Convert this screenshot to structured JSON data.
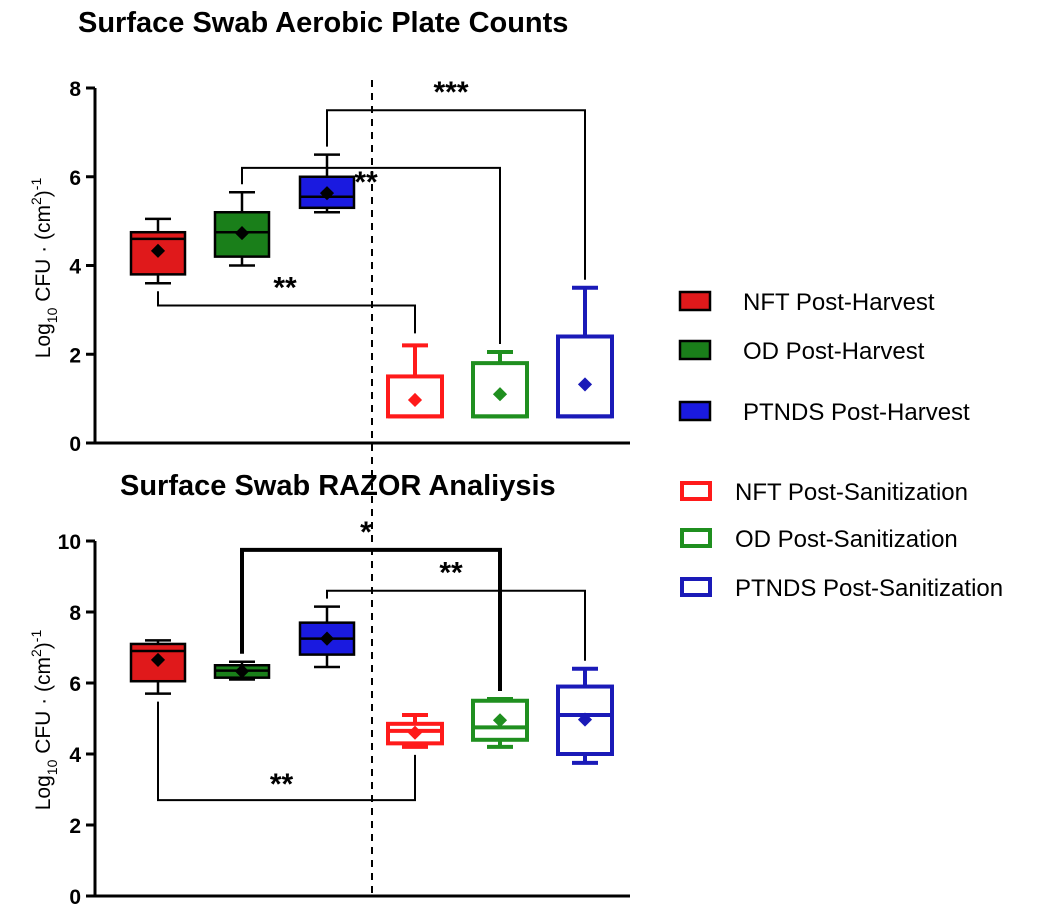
{
  "chart_data": [
    {
      "type": "box",
      "title": "Surface Swab Aerobic Plate  Counts",
      "ylabel": {
        "prefix": "Log",
        "sub": "10",
        "mid": " CFU · (cm",
        "sup2": "2",
        "close": ")",
        "sup1": "-1"
      },
      "ylim": [
        0,
        8
      ],
      "yticks": [
        0,
        2,
        4,
        6,
        8
      ],
      "boxes": [
        {
          "group": "NFT Post-Harvest",
          "min": 3.6,
          "q1": 3.8,
          "median": 4.6,
          "q3": 4.75,
          "max": 5.05,
          "mean": 4.33
        },
        {
          "group": "OD Post-Harvest",
          "min": 4.0,
          "q1": 4.2,
          "median": 4.75,
          "q3": 5.2,
          "max": 5.65,
          "mean": 4.73
        },
        {
          "group": "PTNDS Post-Harvest",
          "min": 5.2,
          "q1": 5.3,
          "median": 5.55,
          "q3": 6.0,
          "max": 6.5,
          "mean": 5.63
        },
        {
          "group": "NFT Post-Sanitization",
          "min": 0.6,
          "q1": 0.6,
          "median": 0.6,
          "q3": 1.5,
          "max": 2.2,
          "mean": 0.97
        },
        {
          "group": "OD Post-Sanitization",
          "min": 0.6,
          "q1": 0.6,
          "median": 0.6,
          "q3": 1.8,
          "max": 2.05,
          "mean": 1.1
        },
        {
          "group": "PTNDS Post-Sanitization",
          "min": 0.6,
          "q1": 0.6,
          "median": 0.6,
          "q3": 2.4,
          "max": 3.5,
          "mean": 1.32
        }
      ],
      "significance": [
        {
          "from": 2,
          "to": 5,
          "stars": "***",
          "y": 7.5
        },
        {
          "from": 1,
          "to": 4,
          "stars": "**",
          "y": 6.2
        },
        {
          "from": 0,
          "to": 3,
          "stars": "**",
          "y": 3.1
        }
      ]
    },
    {
      "type": "box",
      "title": "Surface Swab RAZOR Analiysis",
      "ylabel": {
        "prefix": "Log",
        "sub": "10",
        "mid": " CFU · (cm",
        "sup2": "2",
        "close": ")",
        "sup1": "-1"
      },
      "ylim": [
        0,
        10
      ],
      "yticks": [
        0,
        2,
        4,
        6,
        8,
        10
      ],
      "boxes": [
        {
          "group": "NFT Post-Harvest",
          "min": 5.7,
          "q1": 6.05,
          "median": 6.9,
          "q3": 7.1,
          "max": 7.2,
          "mean": 6.65
        },
        {
          "group": "OD Post-Harvest",
          "min": 6.1,
          "q1": 6.15,
          "median": 6.35,
          "q3": 6.5,
          "max": 6.6,
          "mean": 6.33
        },
        {
          "group": "PTNDS Post-Harvest",
          "min": 6.45,
          "q1": 6.8,
          "median": 7.25,
          "q3": 7.7,
          "max": 8.15,
          "mean": 7.25
        },
        {
          "group": "NFT Post-Sanitization",
          "min": 4.2,
          "q1": 4.3,
          "median": 4.65,
          "q3": 4.85,
          "max": 5.1,
          "mean": 4.6
        },
        {
          "group": "OD Post-Sanitization",
          "min": 4.2,
          "q1": 4.4,
          "median": 4.75,
          "q3": 5.5,
          "max": 5.55,
          "mean": 4.95
        },
        {
          "group": "PTNDS Post-Sanitization",
          "min": 3.75,
          "q1": 4.0,
          "median": 5.1,
          "q3": 5.9,
          "max": 6.4,
          "mean": 4.97
        }
      ],
      "significance": [
        {
          "from": 1,
          "to": 4,
          "stars": "*",
          "y": 9.75
        },
        {
          "from": 2,
          "to": 5,
          "stars": "**",
          "y": 8.6
        },
        {
          "from": 0,
          "to": 3,
          "stars": "**",
          "y": 2.7,
          "below": true
        }
      ]
    }
  ],
  "legend": [
    {
      "label": "NFT Post-Harvest",
      "color": "#e0191b",
      "filled": true
    },
    {
      "label": "OD Post-Harvest",
      "color": "#1a7f1a",
      "filled": true
    },
    {
      "label": "PTNDS Post-Harvest",
      "color": "#1a1ae0",
      "filled": true
    },
    {
      "label": "NFT Post-Sanitization",
      "color": "#ff1a1a",
      "filled": false
    },
    {
      "label": "OD Post-Sanitization",
      "color": "#1f8f1f",
      "filled": false
    },
    {
      "label": "PTNDS Post-Sanitization",
      "color": "#1a1ab8",
      "filled": false
    }
  ],
  "colors": {
    "harvest": [
      "#e0191b",
      "#1a7f1a",
      "#1a1ae0"
    ],
    "sanitization": [
      "#ff1a1a",
      "#1f8f1f",
      "#1a1ab8"
    ]
  }
}
